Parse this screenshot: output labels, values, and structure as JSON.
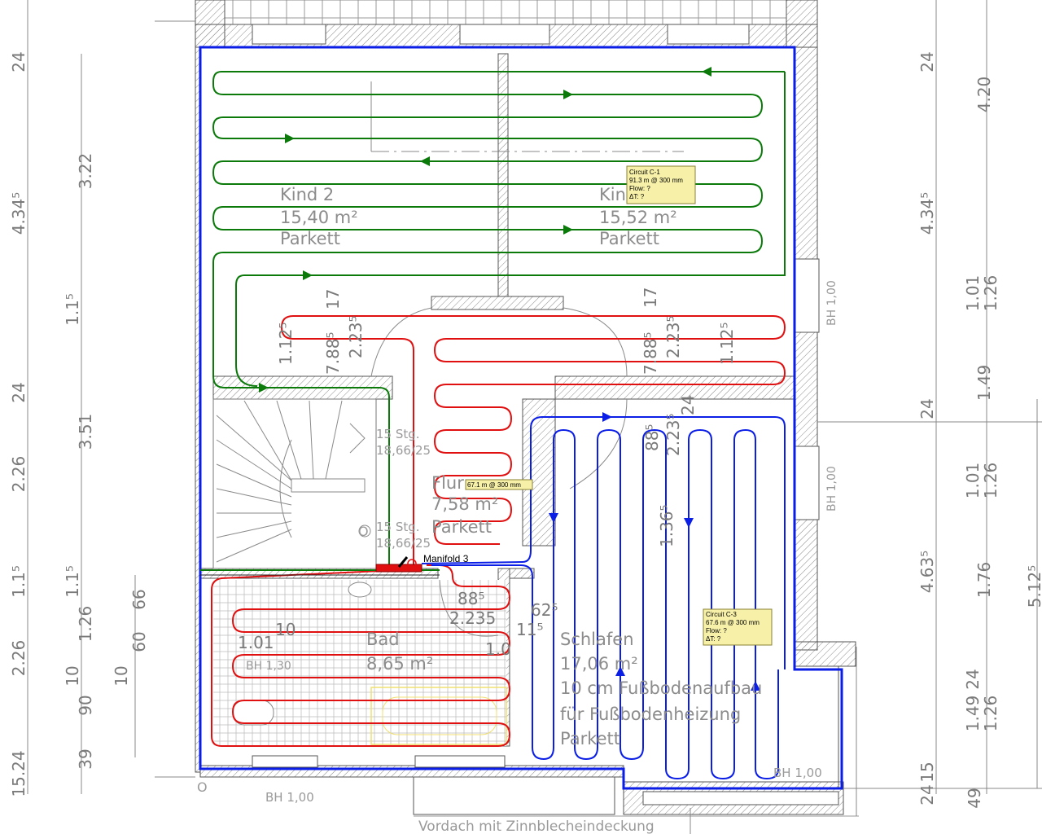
{
  "colors": {
    "circuit_green": "#0b7a0b",
    "circuit_red": "#e01010",
    "circuit_blue": "#0a1ee6",
    "wall": "#555555",
    "cad_text": "#9a9a9a",
    "tag_fill": "#f6f0a8"
  },
  "rooms": {
    "kind2": {
      "name": "Kind 2",
      "area": "15,40 m²",
      "floor": "Parkett"
    },
    "kind1": {
      "name": "Kin",
      "area": "15,52 m²",
      "floor": "Parkett"
    },
    "flur": {
      "name": "Flur",
      "area": "7,58 m²",
      "floor": "Parkett"
    },
    "bad": {
      "name": "Bad",
      "area": "8,65 m²"
    },
    "schlafen": {
      "name": "Schlafen",
      "area": "17,06 m²",
      "note1": "10 cm Fußbodenaufbau",
      "note2": "für Fußbodenheizung",
      "floor": "Parkett"
    }
  },
  "stairs": {
    "steps1": "15 Stg.",
    "ratio1": "18,66/25",
    "steps2": "15 Stg.",
    "ratio2": "18,66/25"
  },
  "manifold": {
    "label": "Manifold 3"
  },
  "circuits": {
    "c1": {
      "title": "Circuit C-1",
      "length": "91.3 m @ 300 mm",
      "flow": "Flow: ?",
      "dt": "ΔT: ?"
    },
    "c2": {
      "length": "67.1 m @ 300 mm"
    },
    "c3": {
      "title": "Circuit C-3",
      "length": "67.6 m @ 300 mm",
      "flow": "Flow: ?",
      "dt": "ΔT: ?"
    }
  },
  "windows": {
    "bh_right_1": "BH 1,00",
    "bh_right_2": "BH 1,00",
    "bh_bottom_left": "BH 1,00",
    "bh_bottom_right": "BH 1,00",
    "bh_bad": "BH 1,30"
  },
  "canopy": "Vordach mit Zinnblecheindeckung",
  "dims_left_outer": [
    "24",
    "4.34⁵",
    "24",
    "2.26",
    "1.1⁵",
    "2.26",
    "15.24"
  ],
  "dims_left_inner": [
    "3.22",
    "1.1⁵",
    "3.51",
    "1.1⁵",
    "1.26",
    "10",
    "90",
    "39"
  ],
  "dims_left_small": [
    "66",
    "60",
    "10"
  ],
  "dims_right_outer": [
    "24",
    "4.34⁵",
    "24",
    "4.63⁵",
    "15",
    "24"
  ],
  "dims_right_inner": [
    "4.20",
    "1.01",
    "1.26",
    "1.49",
    "1.01",
    "1.26",
    "1.76",
    "24",
    "1.49",
    "1.26",
    "49"
  ],
  "dims_right_far": "5.12⁵",
  "dims_interior": {
    "a1": "1.12⁵",
    "a2": "7.88⁵",
    "a3": "17",
    "a4": "2.23⁵",
    "b1": "7.88⁵",
    "b2": "17",
    "b3": "2.23⁵",
    "b4": "1.12⁵",
    "c1": "88⁵",
    "c2": "2.23⁵",
    "c3": "24",
    "c4": "1.36⁵",
    "d1": "88⁵",
    "d2": "2.235",
    "d3": "62⁵",
    "d4": "11⁵",
    "e1": "1.01",
    "e2": "10",
    "e3": "1.0"
  },
  "origin_marks": [
    "O",
    "O"
  ]
}
